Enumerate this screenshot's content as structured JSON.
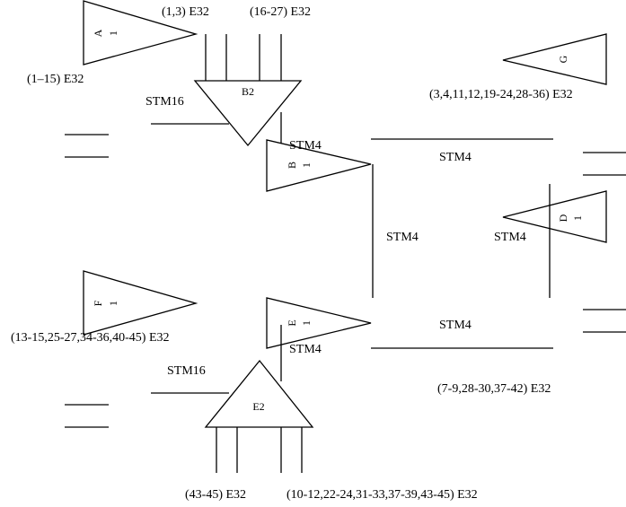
{
  "nodes": {
    "A": {
      "name": "A",
      "index": "1"
    },
    "B2": {
      "name": "B2"
    },
    "B": {
      "name": "B",
      "index": "1"
    },
    "G": {
      "name": "G"
    },
    "D": {
      "name": "D",
      "index": "1"
    },
    "F": {
      "name": "F",
      "index": "1"
    },
    "E": {
      "name": "E",
      "index": "1"
    },
    "E2": {
      "name": "E2"
    }
  },
  "labels": {
    "a_e32_1_3": "(1,3) E32",
    "a_e32_16_27": "(16-27) E32",
    "a_e32_1_15": "(1–15) E32",
    "stm16_top": "STM16",
    "stm4_b2_b": "STM4",
    "stm4_b_d_top": "STM4",
    "g_e32": "(3,4,11,12,19-24,28-36) E32",
    "stm4_b_e_vertical": "STM4",
    "stm4_d_vertical": "STM4",
    "f_e32": "(13-15,25-27,34-36,40-45) E32",
    "stm4_e_d_bottom": "STM4",
    "stm4_e_e2": "STM4",
    "stm16_bottom": "STM16",
    "d_e32": "(7-9,28-30,37-42) E32",
    "e2_e32_43_45": "(43-45) E32",
    "e2_e32_10_45": "(10-12,22-24,31-33,37-39,43-45) E32"
  }
}
